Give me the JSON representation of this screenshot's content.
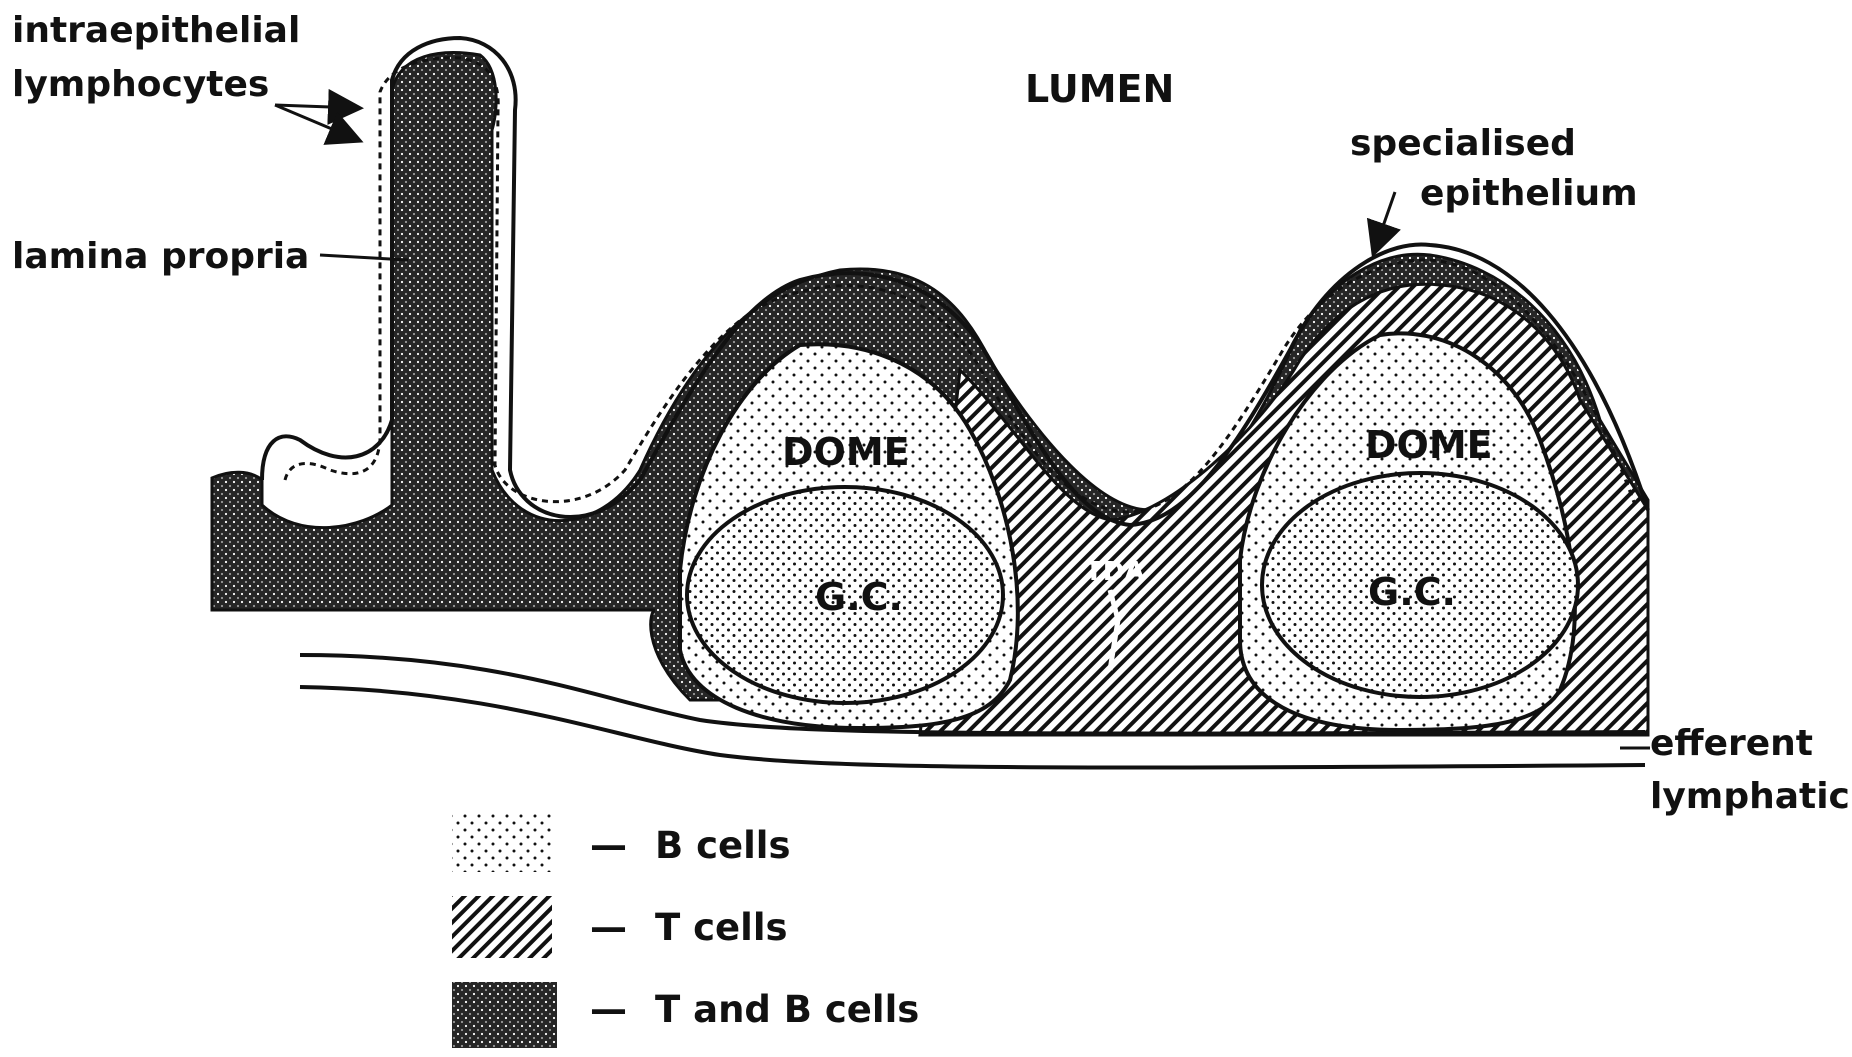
{
  "figure": {
    "labels": {
      "intraepithelial": "intraepithelial",
      "lymphocytes": "lymphocytes",
      "lamina_propria": "lamina propria",
      "lumen": "LUMEN",
      "specialised": "specialised",
      "epithelium": "epithelium",
      "dome_left": "DOME",
      "dome_right": "DOME",
      "gc_left": "G.C.",
      "gc_right": "G.C.",
      "tda": "TDA",
      "efferent": "efferent",
      "lymphatic": "lymphatic"
    },
    "legend": [
      {
        "pattern": "dots",
        "label": "B cells"
      },
      {
        "pattern": "hatch",
        "label": "T cells"
      },
      {
        "pattern": "dense",
        "label": "T and B cells"
      }
    ],
    "legend_dash": "—",
    "colors": {
      "ink": "#111111",
      "paper": "#ffffff",
      "dense_fill": "#2b2b2b"
    }
  }
}
